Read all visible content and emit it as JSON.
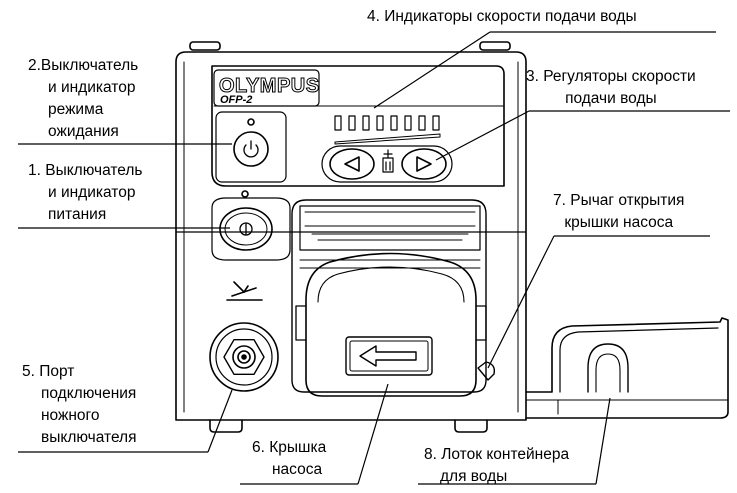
{
  "device": {
    "brand": "OLYMPUS",
    "model": "OFP-2"
  },
  "callouts": {
    "c1": [
      "1. Выключатель",
      "и индикатор",
      "питания"
    ],
    "c2": [
      "2.Выключатель",
      "и индикатор",
      "режима",
      "ожидания"
    ],
    "c3": [
      "3. Регуляторы скорости",
      "подачи воды"
    ],
    "c4": [
      "4. Индикаторы скорости подачи воды"
    ],
    "c5": [
      "5. Порт",
      "подключения",
      "ножного",
      "выключателя"
    ],
    "c6": [
      "6. Крышка",
      "насоса"
    ],
    "c7": [
      "7. Рычаг открытия",
      "крышки насоса"
    ],
    "c8": [
      "8. Лоток контейнера",
      "для воды"
    ]
  }
}
